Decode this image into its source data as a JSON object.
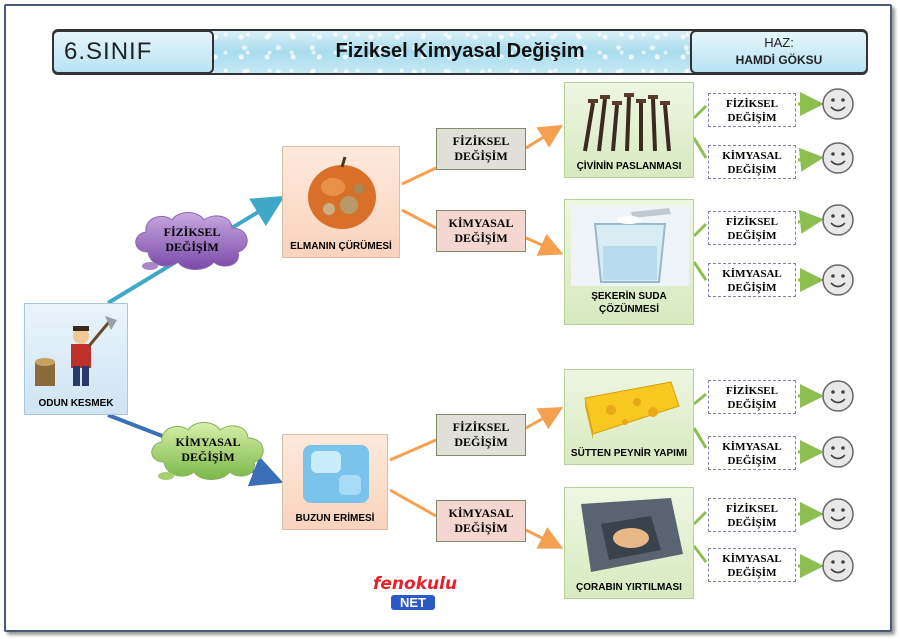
{
  "header": {
    "grade": "6.SINIF",
    "title": "Fiziksel Kimyasal Değişim",
    "author_label": "HAZ:",
    "author_name": "HAMDİ GÖKSU"
  },
  "diagram": {
    "root": "ODUN KESMEK",
    "branch_physical": "FİZİKSEL DEĞİŞİM",
    "branch_chemical": "KİMYASAL DEĞİŞİM",
    "mid_top": "ELMANIN ÇÜRÜMESİ",
    "mid_bottom": "BUZUN ERİMESİ",
    "choice_physical": "FİZİKSEL DEĞİŞİM",
    "choice_chemical": "KİMYASAL DEĞİŞİM",
    "leaf_1": "ÇİVİNİN PASLANMASI",
    "leaf_2a": "ŞEKERİN SUDA",
    "leaf_2b": "ÇÖZÜNMESİ",
    "leaf_3": "SÜTTEN PEYNİR YAPIMI",
    "leaf_4": "ÇORABIN YIRTILMASI",
    "answer_physical_1": "FİZİKSEL",
    "answer_physical_2": "DEĞİŞİM",
    "answer_chemical_1": "KİMYASAL",
    "answer_chemical_2": "DEĞİŞİM"
  },
  "logo": {
    "line1": "fenokulu",
    "line2": "NET"
  },
  "colors": {
    "arrow_orange": "#f5a050",
    "arrow_green": "#8cbf50",
    "arrow_blue": "#3ea8c8",
    "arrow_darkblue": "#3a6fb8"
  }
}
